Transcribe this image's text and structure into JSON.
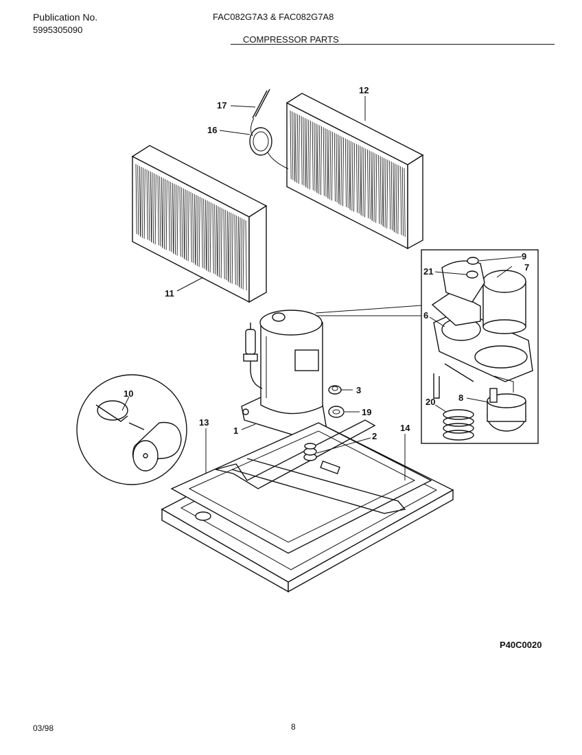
{
  "header": {
    "publication_label": "Publication No.",
    "publication_number": "5995305090",
    "model_title": "FAC082G7A3 & FAC082G7A8",
    "section_title": "COMPRESSOR PARTS"
  },
  "footer": {
    "figure_code": "P40C0020",
    "date": "03/98",
    "page": "8"
  },
  "callouts": {
    "c1": "1",
    "c2": "2",
    "c3": "3",
    "c6": "6",
    "c7": "7",
    "c8": "8",
    "c9": "9",
    "c10": "10",
    "c11": "11",
    "c12": "12",
    "c13": "13",
    "c14": "14",
    "c16": "16",
    "c17": "17",
    "c19": "19",
    "c20": "20",
    "c21": "21"
  }
}
